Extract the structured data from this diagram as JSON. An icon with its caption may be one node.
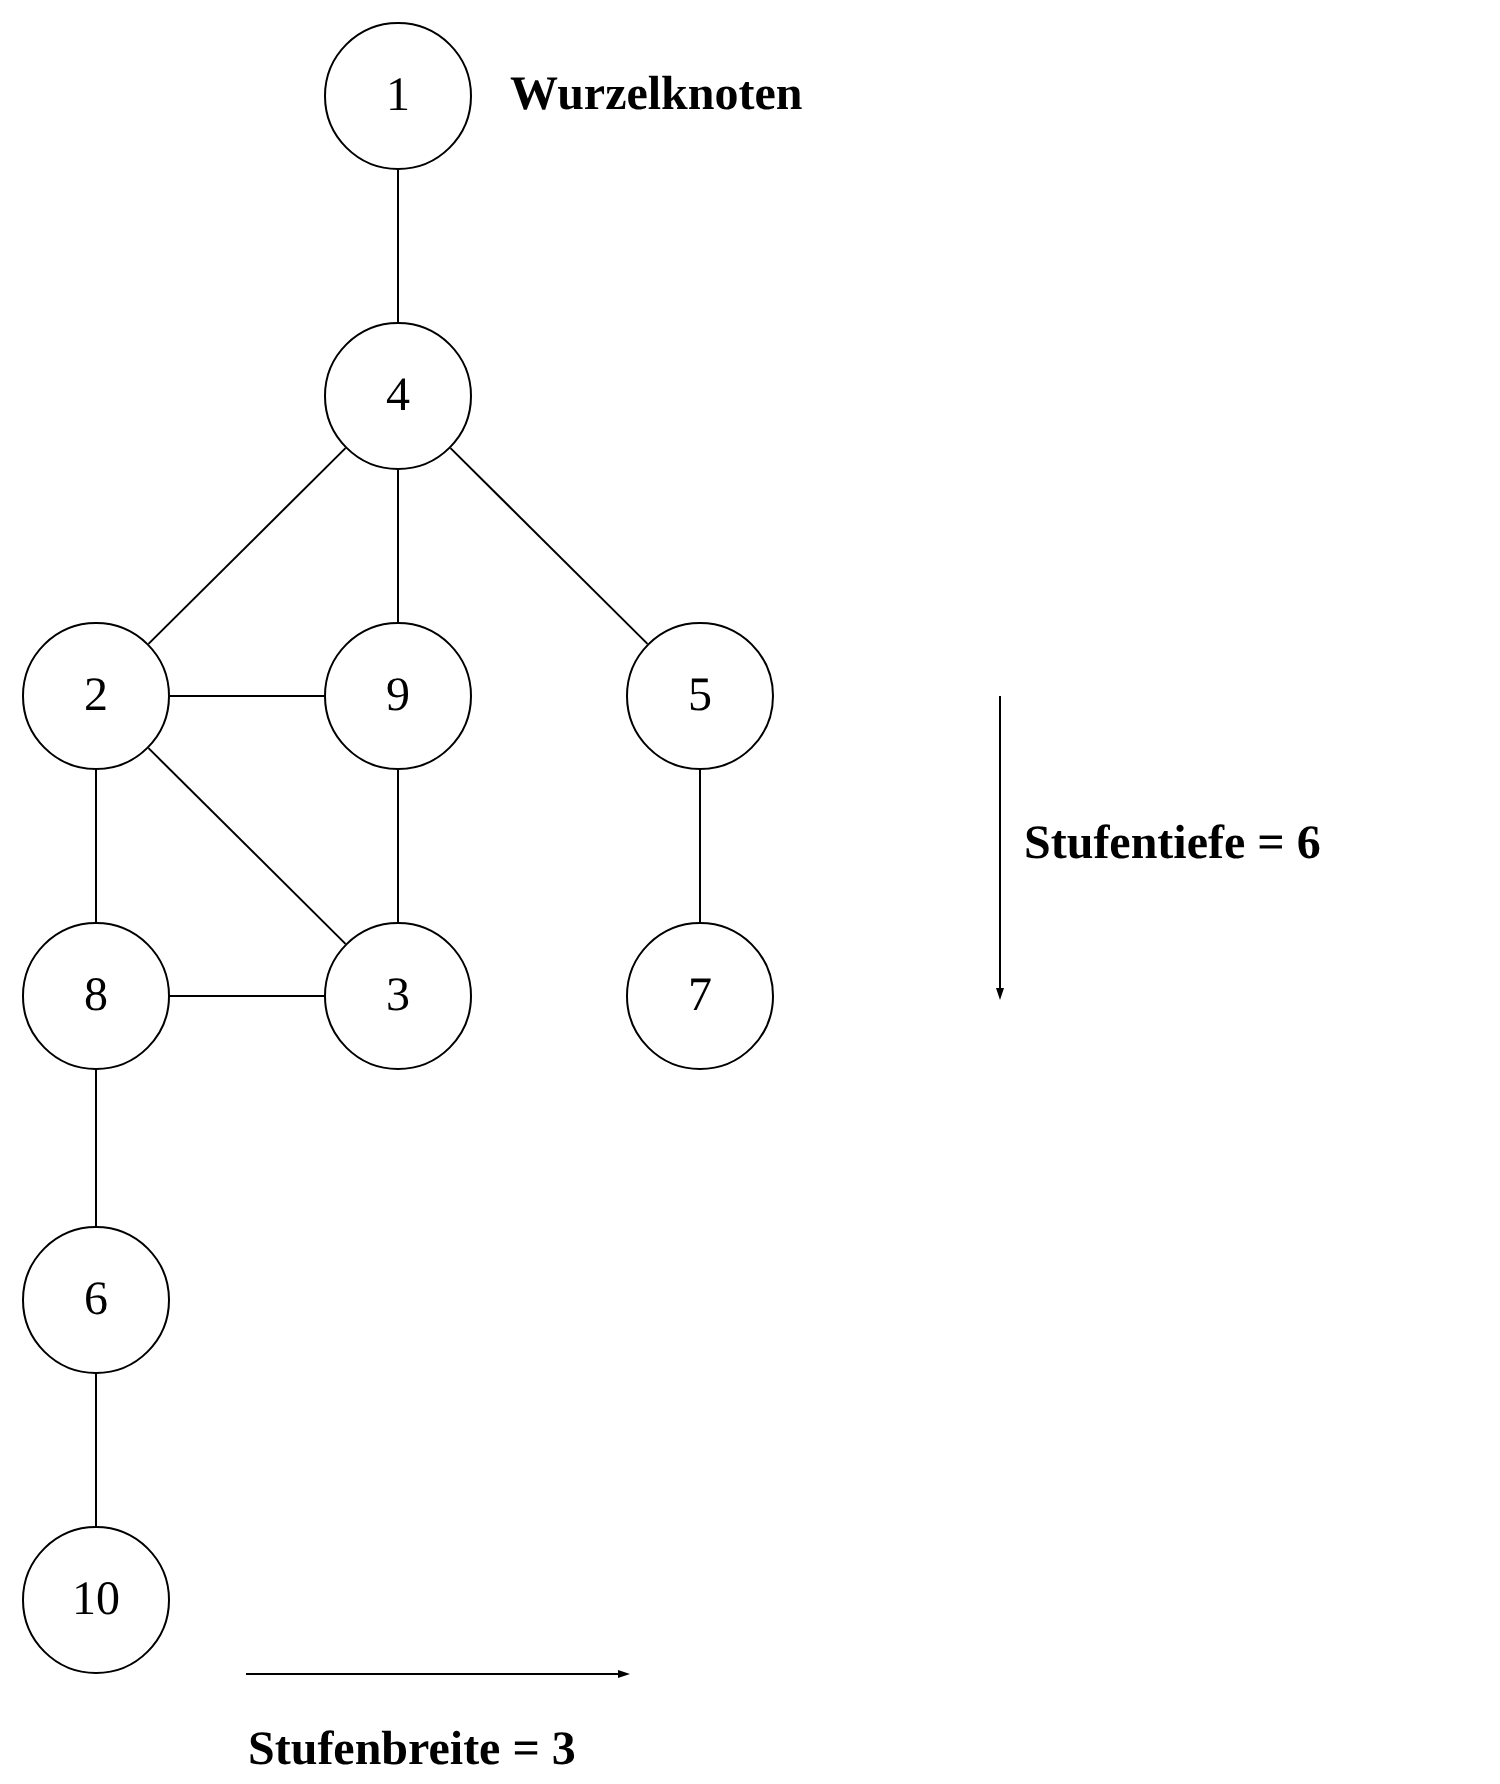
{
  "diagram": {
    "nodes": [
      {
        "text": [
          "1"
        ],
        "beside": [
          "Wurzelknoten"
        ]
      },
      {
        "text": [
          "4"
        ]
      },
      {
        "text": [
          "2"
        ]
      },
      {
        "text": [
          "9"
        ]
      },
      {
        "text": [
          "5"
        ]
      },
      {
        "text": [
          "8"
        ]
      },
      {
        "text": [
          "3"
        ]
      },
      {
        "text": [
          "7"
        ]
      },
      {
        "text": [
          "6"
        ]
      },
      {
        "text": [
          "10"
        ]
      }
    ],
    "edges": [
      {
        "from": 0,
        "to": 1,
        "arrow": "none"
      },
      {
        "from": 1,
        "to": 2,
        "arrow": "none"
      },
      {
        "from": 1,
        "to": 3,
        "arrow": "none"
      },
      {
        "from": 1,
        "to": 4,
        "arrow": "none"
      },
      {
        "from": 2,
        "to": 3,
        "arrow": "none"
      },
      {
        "from": 2,
        "to": 6,
        "arrow": "none"
      },
      {
        "from": 3,
        "to": 6,
        "arrow": "none"
      },
      {
        "from": 2,
        "to": 5,
        "arrow": "none"
      },
      {
        "from": 4,
        "to": 7,
        "arrow": "none"
      },
      {
        "from": 5,
        "to": 6,
        "arrow": "none"
      },
      {
        "from": 5,
        "to": 8,
        "arrow": "none"
      },
      {
        "from": 8,
        "to": 9,
        "arrow": "none"
      }
    ],
    "labels": [
      "Stufentiefe = 6",
      "Stufenbreite = 3"
    ]
  }
}
